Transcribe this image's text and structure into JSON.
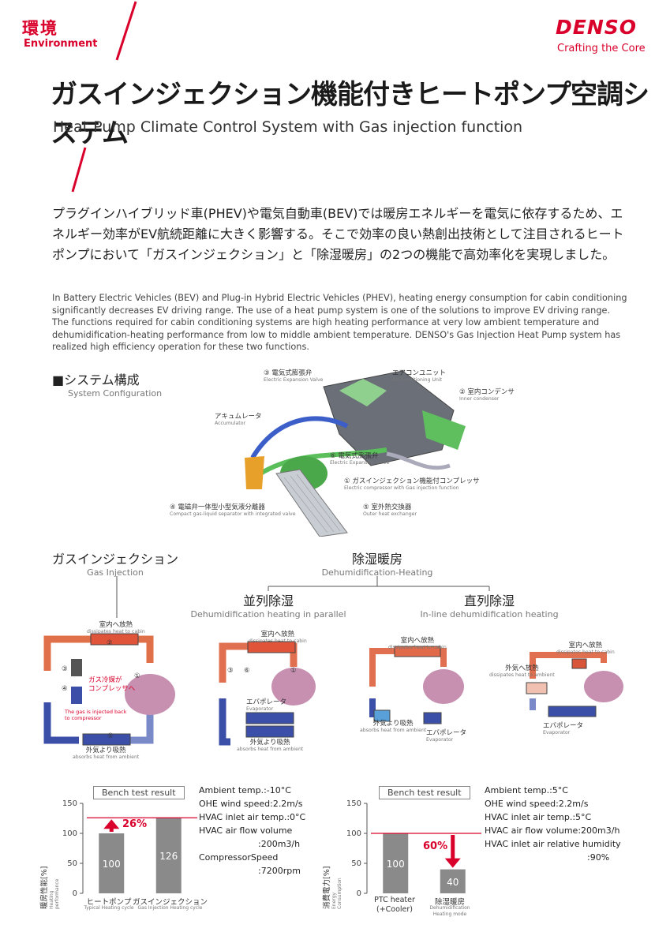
{
  "header": {
    "category_ja": "環境",
    "category_en": "Environment",
    "brand": "DENSO",
    "tagline": "Crafting the Core"
  },
  "title": {
    "ja": "ガスインジェクション機能付きヒートポンプ空調システム",
    "en": "Heat Pump Climate Control System with Gas injection function"
  },
  "intro": {
    "ja": "プラグインハイブリッド車(PHEV)や電気自動車(BEV)では暖房エネルギーを電気に依存するため、エネルギー効率がEV航続距離に大きく影響する。そこで効率の良い熱創出技術として注目されるヒートポンプにおいて「ガスインジェクション」と「除湿暖房」の2つの機能で高効率化を実現しました。",
    "en": "In Battery Electric Vehicles (BEV) and Plug-in Hybrid Electric Vehicles (PHEV), heating energy consumption for cabin conditioning significantly decreases EV driving range. The use of a heat pump system is one of the solutions to improve EV driving range. The functions required for cabin conditioning systems are high heating performance at very low ambient temperature and dehumidification-heating performance from low to middle ambient temperature. DENSO's Gas Injection Heat Pump system has realized high efficiency operation for these two functions."
  },
  "system": {
    "heading_ja": "システム構成",
    "heading_en": "System Configuration",
    "labels": {
      "eev3_ja": "③ 電気式膨張弁",
      "eev3_en": "Electric Expansion Valve",
      "hvac_ja": "エアコンユニット",
      "hvac_en": "Air-conditioning Unit",
      "cond2_ja": "② 室内コンデンサ",
      "cond2_en": "Inner condenser",
      "acc_ja": "アキュムレータ",
      "acc_en": "Accumulator",
      "eev6_ja": "⑥ 電気式膨張弁",
      "eev6_en": "Electric Expansion Valve",
      "comp1_ja": "① ガスインジェクション機能付コンプレッサ",
      "comp1_en": "Electric compressor with Gas injection function",
      "sep4_ja": "④ 電磁弁一体型小型気液分離器",
      "sep4_en": "Compact gas-liquid separator with integrated valve",
      "hex5_ja": "⑤ 室外熱交換器",
      "hex5_en": "Outer heat exchanger"
    }
  },
  "modes": {
    "gas_ja": "ガスインジェクション",
    "gas_en": "Gas Injection",
    "dehum_ja": "除湿暖房",
    "dehum_en": "Dehumidification-Heating",
    "parallel_ja": "並列除湿",
    "parallel_en": "Dehumidification heating in parallel",
    "inline_ja": "直列除湿",
    "inline_en": "In-line dehumidification heating",
    "room_ja": "室内へ放熱",
    "room_en": "dissipates heat to cabin",
    "amb_ja": "外気より吸熱",
    "amb_en": "absorbs heat from ambient",
    "out_ja": "外気へ放熱",
    "out_en": "dissipates heat to ambient",
    "evap_ja": "エバポレータ",
    "evap_en": "Evaporator",
    "inject_ja_1": "ガス冷媒が",
    "inject_ja_2": "コンプレッサへ",
    "inject_en_1": "The gas is injected back",
    "inject_en_2": "to compressor",
    "n1": "①",
    "n2": "②",
    "n3": "③",
    "n4": "④",
    "n5": "⑤",
    "n6": "⑥"
  },
  "bench1": {
    "label": "Bench test result",
    "ylabel_ja": "暖房性能[%]",
    "ylabel_en": "Heating performance",
    "conditions": [
      "Ambient temp.:-10°C",
      "OHE wind speed:2.2m/s",
      "HVAC inlet air temp.:0°C",
      "HVAC air flow volume",
      ":200m3/h",
      "CompressorSpeed",
      ":7200rpm"
    ],
    "pct": "26%",
    "bar_labels": [
      "100",
      "126"
    ],
    "xlab_ja": [
      "ヒートポンプ",
      "ガスインジェクション"
    ],
    "xlab_en": [
      "Typical Heating cycle",
      "Gas Injection Heating cycle"
    ]
  },
  "bench2": {
    "label": "Bench test result",
    "ylabel_ja": "消費電力[%]",
    "ylabel_en": "Energy Consumption",
    "conditions": [
      "Ambient temp.:5°C",
      "OHE wind speed:2.2m/s",
      "HVAC inlet air temp.:5°C",
      "HVAC air flow volume:200m3/h",
      "HVAC inlet air relative humidity",
      ":90%"
    ],
    "pct": "60%",
    "bar_labels": [
      "100",
      "40"
    ],
    "xlab_ja": [
      "PTC heater",
      "除湿暖房"
    ],
    "xlab_ja2": [
      "(+Cooler)",
      ""
    ],
    "xlab_en": [
      "",
      "Dehumidification"
    ],
    "xlab_en2": [
      "",
      "Heating mode"
    ]
  },
  "chart_data": [
    {
      "type": "bar",
      "categories": [
        "ヒートポンプ",
        "ガスインジェクション"
      ],
      "values": [
        100,
        126
      ],
      "ylabel": "暖房性能[%]",
      "ylim": [
        0,
        150
      ],
      "yticks": [
        "0",
        "50",
        "100",
        "150"
      ]
    },
    {
      "type": "bar",
      "categories": [
        "PTC heater (+Cooler)",
        "除湿暖房"
      ],
      "values": [
        100,
        40
      ],
      "ylabel": "消費電力[%]",
      "ylim": [
        0,
        150
      ],
      "yticks": [
        "0",
        "50",
        "100",
        "150"
      ]
    }
  ],
  "colors": {
    "accent": "#d9002b",
    "bar": "#8a8a8a",
    "hot": "#e05a3a",
    "cold": "#3a5aa8"
  }
}
